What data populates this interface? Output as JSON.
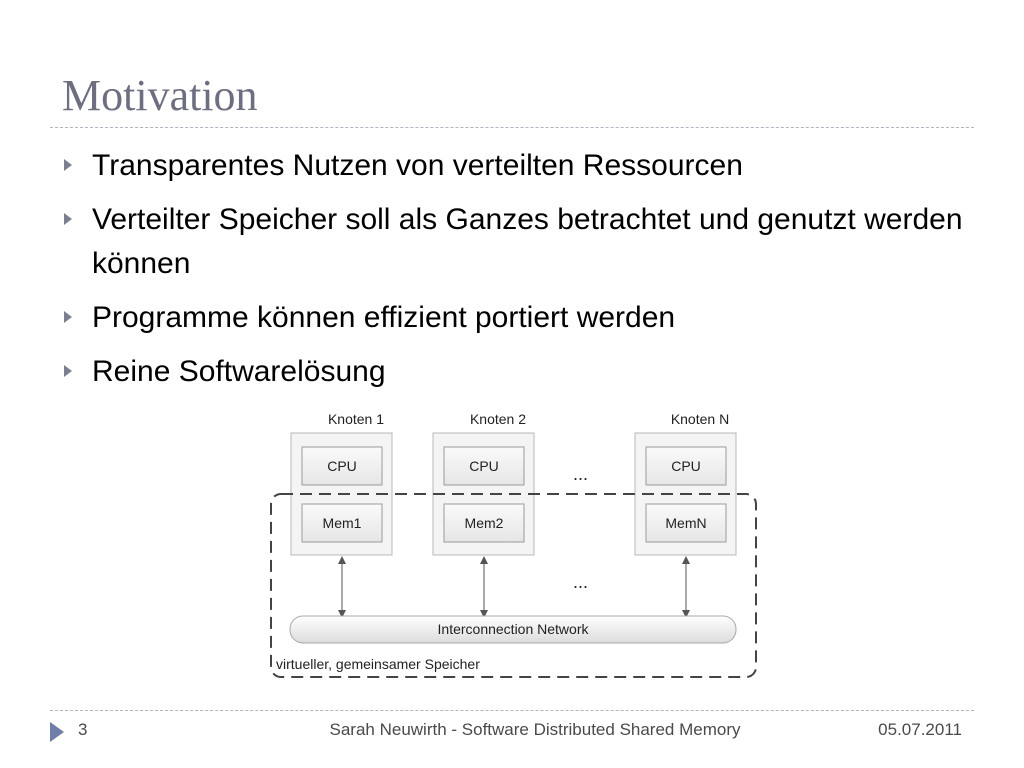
{
  "slide": {
    "title": "Motivation",
    "bullets": [
      "Transparentes Nutzen von verteilten Ressourcen",
      "Verteilter Speicher soll als Ganzes betrachtet und genutzt werden können",
      "Programme können effizient portiert werden",
      "Reine Softwarelösung"
    ]
  },
  "diagram": {
    "nodes": [
      {
        "label": "Knoten 1",
        "cpu": "CPU",
        "mem": "Mem1"
      },
      {
        "label": "Knoten 2",
        "cpu": "CPU",
        "mem": "Mem2"
      },
      {
        "label": "Knoten N",
        "cpu": "CPU",
        "mem": "MemN"
      }
    ],
    "ellipsis_top": "...",
    "ellipsis_bottom": "...",
    "network_label": "Interconnection Network",
    "shared_memory_label": "virtueller, gemeinsamer Speicher"
  },
  "footer": {
    "slide_number": "3",
    "center_text": "Sarah Neuwirth - Software Distributed Shared Memory",
    "date": "05.07.2011"
  },
  "colors": {
    "title": "#6d6f80",
    "bullet_marker": "#7b8090",
    "footer_arrow": "#6f7ea8",
    "rule": "#aeb4c0"
  }
}
